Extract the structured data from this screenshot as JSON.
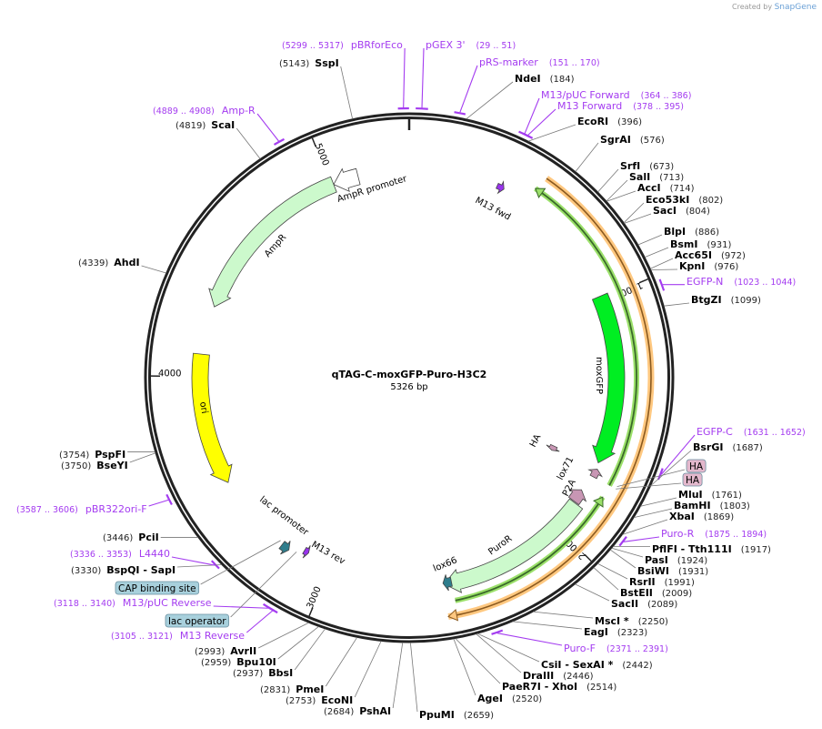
{
  "watermark": {
    "prefix": "Created by",
    "brand": "SnapGene"
  },
  "plasmid": {
    "name": "qTAG-C-moxGFP-Puro-H3C2",
    "length_label": "5326 bp",
    "length": 5326
  },
  "ticks": [
    "1000",
    "2000",
    "3000",
    "4000",
    "5000"
  ],
  "colors": {
    "primer": "#a43cf0",
    "backbone": "#222222",
    "ampr": "#ccf9cc",
    "ori": "#ffff00",
    "moxgfp": "#00ee22",
    "puror": "#ccf9cc",
    "tag": "#c896b4",
    "lox": "#2e7d8c",
    "box": "#a8d0dc",
    "green_arc": "#9be06a",
    "orange_arc": "#ffc880"
  },
  "enzymes": [
    {
      "name": "NdeI",
      "pos": "(184)",
      "bp": 184
    },
    {
      "name": "EcoRI",
      "pos": "(396)",
      "bp": 396
    },
    {
      "name": "SgrAI",
      "pos": "(576)",
      "bp": 576
    },
    {
      "name": "SrfI",
      "pos": "(673)",
      "bp": 673
    },
    {
      "name": "SalI",
      "pos": "(713)",
      "bp": 713
    },
    {
      "name": "AccI",
      "pos": "(714)",
      "bp": 714
    },
    {
      "name": "Eco53kI",
      "pos": "(802)",
      "bp": 802
    },
    {
      "name": "SacI",
      "pos": "(804)",
      "bp": 804
    },
    {
      "name": "BlpI",
      "pos": "(886)",
      "bp": 886
    },
    {
      "name": "BsmI",
      "pos": "(931)",
      "bp": 931
    },
    {
      "name": "Acc65I",
      "pos": "(972)",
      "bp": 972
    },
    {
      "name": "KpnI",
      "pos": "(976)",
      "bp": 976
    },
    {
      "name": "BtgZI",
      "pos": "(1099)",
      "bp": 1099
    },
    {
      "name": "BsrGI",
      "pos": "(1687)",
      "bp": 1687
    },
    {
      "name": "MluI",
      "pos": "(1761)",
      "bp": 1761
    },
    {
      "name": "BamHI",
      "pos": "(1803)",
      "bp": 1803
    },
    {
      "name": "XbaI",
      "pos": "(1869)",
      "bp": 1869
    },
    {
      "name": "PflFI  - Tth111I",
      "pos": "(1917)",
      "bp": 1917
    },
    {
      "name": "PasI",
      "pos": "(1924)",
      "bp": 1924
    },
    {
      "name": "BsiWI",
      "pos": "(1931)",
      "bp": 1931
    },
    {
      "name": "RsrII",
      "pos": "(1991)",
      "bp": 1991
    },
    {
      "name": "BstEII",
      "pos": "(2009)",
      "bp": 2009
    },
    {
      "name": "SacII",
      "pos": "(2089)",
      "bp": 2089
    },
    {
      "name": "MscI *",
      "pos": "(2250)",
      "bp": 2250
    },
    {
      "name": "EagI",
      "pos": "(2323)",
      "bp": 2323
    },
    {
      "name": "CsiI  - SexAI *",
      "pos": "(2442)",
      "bp": 2442
    },
    {
      "name": "DraIII",
      "pos": "(2446)",
      "bp": 2446
    },
    {
      "name": "PaeR7I  - XhoI",
      "pos": "(2514)",
      "bp": 2514
    },
    {
      "name": "AgeI",
      "pos": "(2520)",
      "bp": 2520
    },
    {
      "name": "PpuMI",
      "pos": "(2659)",
      "bp": 2659
    },
    {
      "name": "PshAI",
      "pos": "(2684)",
      "bp": 2684
    },
    {
      "name": "EcoNI",
      "pos": "(2753)",
      "bp": 2753
    },
    {
      "name": "PmeI",
      "pos": "(2831)",
      "bp": 2831
    },
    {
      "name": "BbsI",
      "pos": "(2937)",
      "bp": 2937
    },
    {
      "name": "Bpu10I",
      "pos": "(2959)",
      "bp": 2959
    },
    {
      "name": "AvrII",
      "pos": "(2993)",
      "bp": 2993
    },
    {
      "name": "BspQI  - SapI",
      "pos": "(3330)",
      "bp": 3330
    },
    {
      "name": "PciI",
      "pos": "(3446)",
      "bp": 3446
    },
    {
      "name": "BseYI",
      "pos": "(3750)",
      "bp": 3750
    },
    {
      "name": "PspFI",
      "pos": "(3754)",
      "bp": 3754
    },
    {
      "name": "AhdI",
      "pos": "(4339)",
      "bp": 4339
    },
    {
      "name": "ScaI",
      "pos": "(4819)",
      "bp": 4819
    },
    {
      "name": "SspI",
      "pos": "(5143)",
      "bp": 5143
    }
  ],
  "primers": [
    {
      "name": "pBRforEco",
      "range": "(5299 .. 5317)",
      "start": 5299,
      "end": 5317
    },
    {
      "name": "pGEX 3'",
      "range": "(29 .. 51)",
      "start": 29,
      "end": 51
    },
    {
      "name": "pRS-marker",
      "range": "(151 .. 170)",
      "start": 151,
      "end": 170
    },
    {
      "name": "M13/pUC Forward",
      "range": "(364 .. 386)",
      "start": 364,
      "end": 386
    },
    {
      "name": "M13 Forward",
      "range": "(378 .. 395)",
      "start": 378,
      "end": 395
    },
    {
      "name": "EGFP-N",
      "range": "(1023 .. 1044)",
      "start": 1023,
      "end": 1044
    },
    {
      "name": "EGFP-C",
      "range": "(1631 .. 1652)",
      "start": 1631,
      "end": 1652
    },
    {
      "name": "Puro-R",
      "range": "(1875 .. 1894)",
      "start": 1875,
      "end": 1894
    },
    {
      "name": "Puro-F",
      "range": "(2371 .. 2391)",
      "start": 2371,
      "end": 2391
    },
    {
      "name": "M13 Reverse",
      "range": "(3105 .. 3121)",
      "start": 3105,
      "end": 3121
    },
    {
      "name": "M13/pUC Reverse",
      "range": "(3118 .. 3140)",
      "start": 3118,
      "end": 3140
    },
    {
      "name": "L4440",
      "range": "(3336 .. 3353)",
      "start": 3336,
      "end": 3353
    },
    {
      "name": "pBR322ori-F",
      "range": "(3587 .. 3606)",
      "start": 3587,
      "end": 3606
    },
    {
      "name": "Amp-R",
      "range": "(4889 .. 4908)",
      "start": 4889,
      "end": 4908
    }
  ],
  "features": [
    {
      "name": "AmpR",
      "start": 4290,
      "end": 5010,
      "direction": "reverse",
      "color": "#ccf9cc"
    },
    {
      "name": "AmpR promoter",
      "start": 5010,
      "end": 5115,
      "direction": "reverse",
      "color": "#ffffff"
    },
    {
      "name": "ori",
      "start": 3550,
      "end": 4090,
      "direction": "reverse",
      "color": "#ffff00"
    },
    {
      "name": "moxGFP",
      "start": 990,
      "end": 1690,
      "direction": "forward",
      "color": "#00ee22"
    },
    {
      "name": "PuroR",
      "start": 1880,
      "end": 2520,
      "direction": "forward",
      "color": "#ccf9cc"
    },
    {
      "name": "M13 fwd",
      "start": 365,
      "end": 395,
      "direction": "forward",
      "color": "#9933ee"
    },
    {
      "name": "HA",
      "start": 1705,
      "end": 1730,
      "direction": "forward",
      "color": "#c896b4"
    },
    {
      "name": "lox71",
      "start": 1715,
      "end": 1750,
      "direction": "reverse",
      "color": "#c896b4"
    },
    {
      "name": "P2A",
      "start": 1820,
      "end": 1876,
      "direction": "reverse",
      "color": "#c896b4"
    },
    {
      "name": "lox66",
      "start": 2490,
      "end": 2525,
      "direction": "forward",
      "color": "#2e7d8c"
    },
    {
      "name": "lac promoter",
      "start": 3180,
      "end": 3215,
      "direction": "reverse",
      "color": "#2e7d8c"
    },
    {
      "name": "M13 rev",
      "start": 3105,
      "end": 3125,
      "direction": "reverse",
      "color": "#9933ee"
    }
  ],
  "boxed_labels": [
    {
      "text": "HA",
      "bp": 1740,
      "color": "#e3b8cc"
    },
    {
      "text": "HA",
      "bp": 1750,
      "color": "#e3b8cc"
    },
    {
      "text": "CAP binding site",
      "bp": 3230,
      "color": "#a8d0dc"
    },
    {
      "text": "lac operator",
      "bp": 3150,
      "color": "#a8d0dc"
    }
  ]
}
